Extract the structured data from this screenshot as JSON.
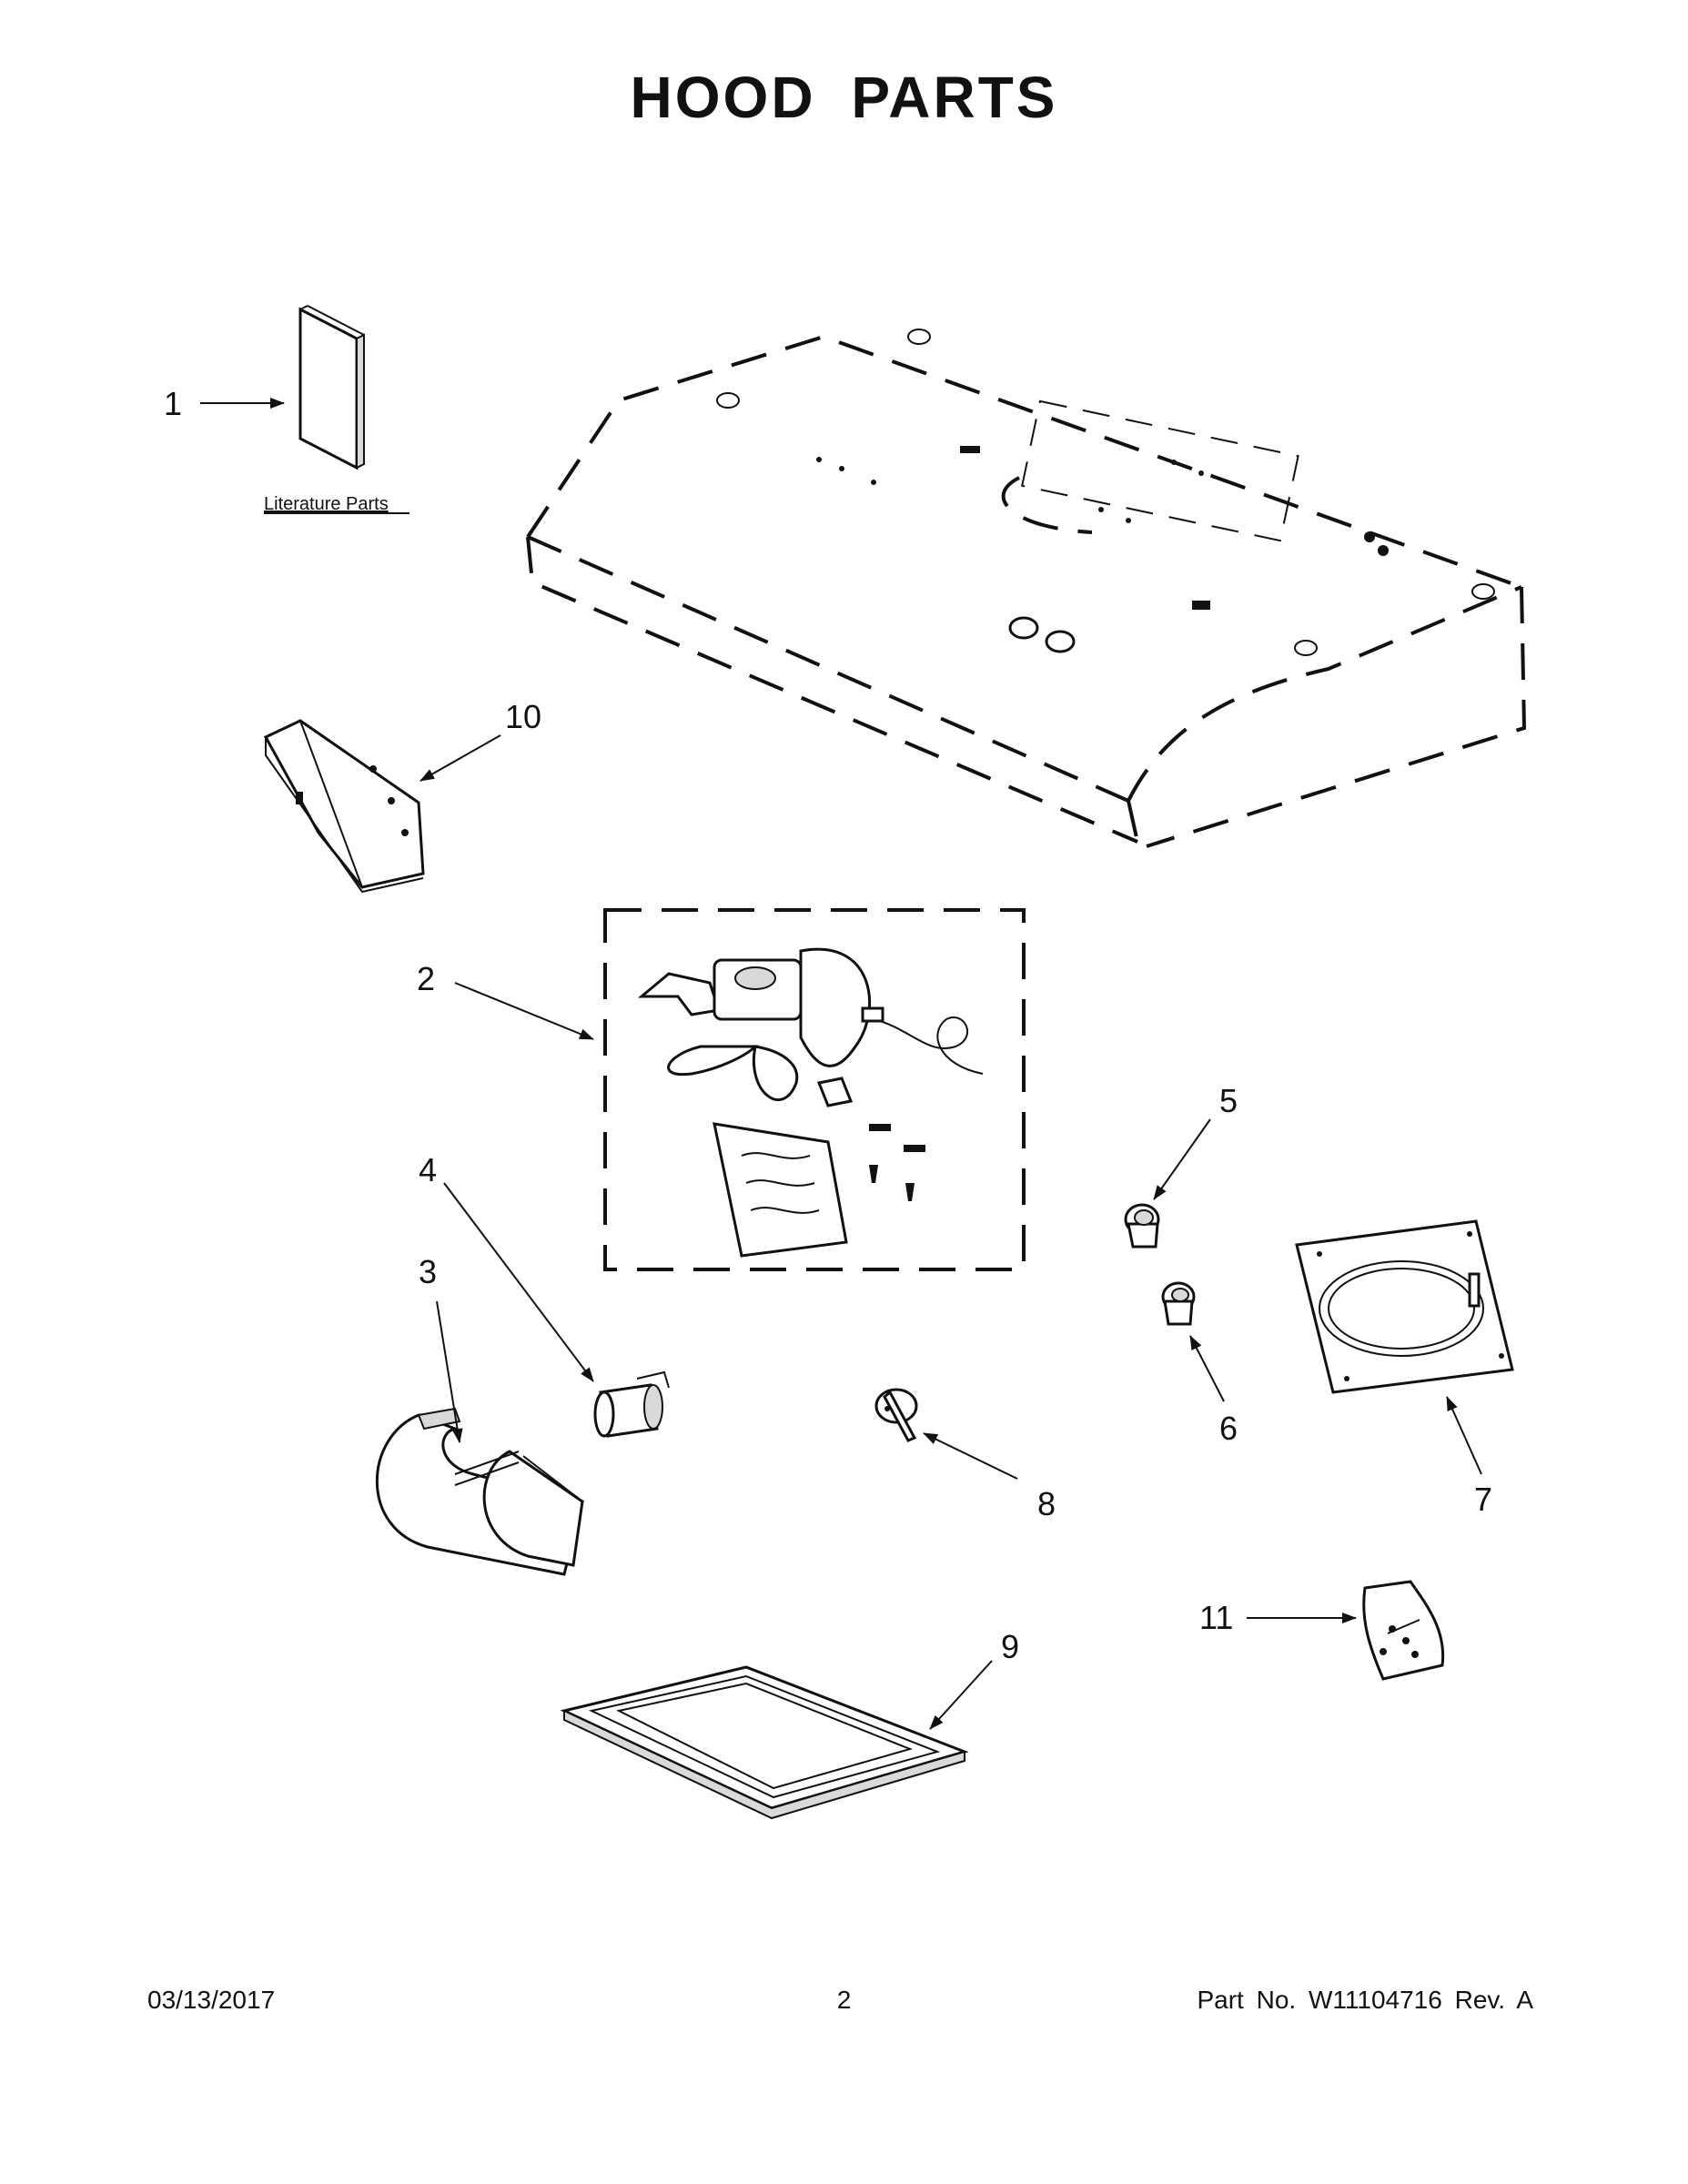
{
  "title": "HOOD PARTS",
  "literature_label": "Literature Parts",
  "callouts": {
    "c1": "1",
    "c2": "2",
    "c3": "3",
    "c4": "4",
    "c5": "5",
    "c6": "6",
    "c7": "7",
    "c8": "8",
    "c9": "9",
    "c10": "10",
    "c11": "11"
  },
  "footer": {
    "date": "03/13/2017",
    "page": "2",
    "part_number": "Part No.  W11104716  Rev.  A"
  }
}
